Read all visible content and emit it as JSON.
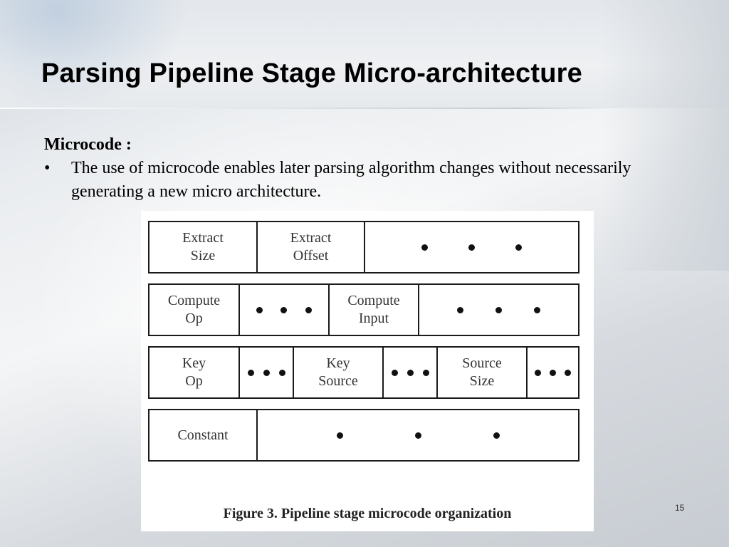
{
  "slide": {
    "title": "Parsing Pipeline Stage Micro-architecture",
    "page_number": "15"
  },
  "content": {
    "heading": "Microcode :",
    "bullets": [
      "The use of microcode enables later parsing algorithm changes without necessarily generating a new micro architecture."
    ],
    "bullet_symbol": "•"
  },
  "figure": {
    "caption": "Figure 3. Pipeline stage microcode organization",
    "rows": [
      {
        "cells": [
          {
            "type": "label",
            "text": "Extract\nSize"
          },
          {
            "type": "label",
            "text": "Extract\nOffset"
          },
          {
            "type": "dots",
            "count": 3
          }
        ]
      },
      {
        "cells": [
          {
            "type": "label",
            "text": "Compute\nOp"
          },
          {
            "type": "dots",
            "count": 3
          },
          {
            "type": "label",
            "text": "Compute\nInput"
          },
          {
            "type": "dots",
            "count": 3
          }
        ]
      },
      {
        "cells": [
          {
            "type": "label",
            "text": "Key\nOp"
          },
          {
            "type": "dots",
            "count": 3
          },
          {
            "type": "label",
            "text": "Key\nSource"
          },
          {
            "type": "dots",
            "count": 3
          },
          {
            "type": "label",
            "text": "Source\nSize"
          },
          {
            "type": "dots",
            "count": 3
          }
        ]
      },
      {
        "cells": [
          {
            "type": "label",
            "text": "Constant"
          },
          {
            "type": "dots",
            "count": 3
          }
        ]
      }
    ]
  }
}
